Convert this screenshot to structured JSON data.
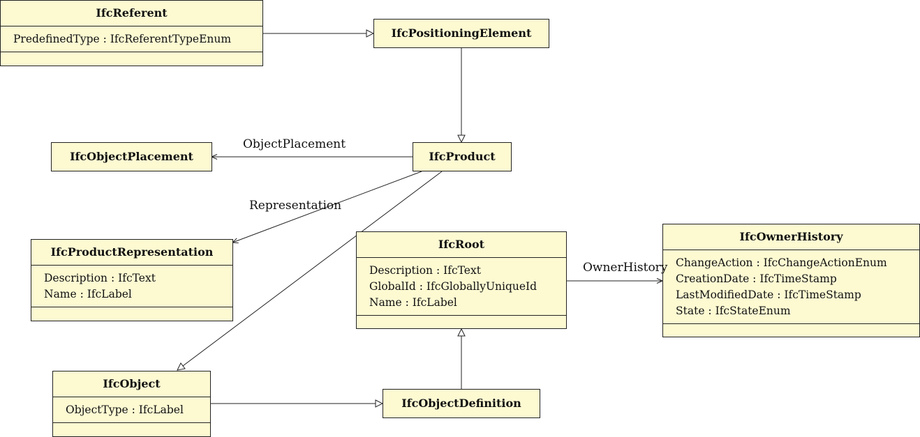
{
  "classes": {
    "referent": {
      "name": "IfcReferent",
      "attributes": [
        "PredefinedType : IfcReferentTypeEnum"
      ]
    },
    "positioning_element": {
      "name": "IfcPositioningElement"
    },
    "object_placement": {
      "name": "IfcObjectPlacement"
    },
    "product": {
      "name": "IfcProduct"
    },
    "product_representation": {
      "name": "IfcProductRepresentation",
      "attributes": [
        "Description : IfcText",
        "Name : IfcLabel"
      ]
    },
    "root": {
      "name": "IfcRoot",
      "attributes": [
        "Description : IfcText",
        "GlobalId : IfcGloballyUniqueId",
        "Name : IfcLabel"
      ]
    },
    "owner_history": {
      "name": "IfcOwnerHistory",
      "attributes": [
        "ChangeAction : IfcChangeActionEnum",
        "CreationDate : IfcTimeStamp",
        "LastModifiedDate : IfcTimeStamp",
        "State : IfcStateEnum"
      ]
    },
    "object": {
      "name": "IfcObject",
      "attributes": [
        "ObjectType : IfcLabel"
      ]
    },
    "object_definition": {
      "name": "IfcObjectDefinition"
    }
  },
  "associations": {
    "object_placement": "ObjectPlacement",
    "representation": "Representation",
    "owner_history": "OwnerHistory"
  },
  "colors": {
    "class_fill": "#fdfad2",
    "line": "#222222"
  }
}
